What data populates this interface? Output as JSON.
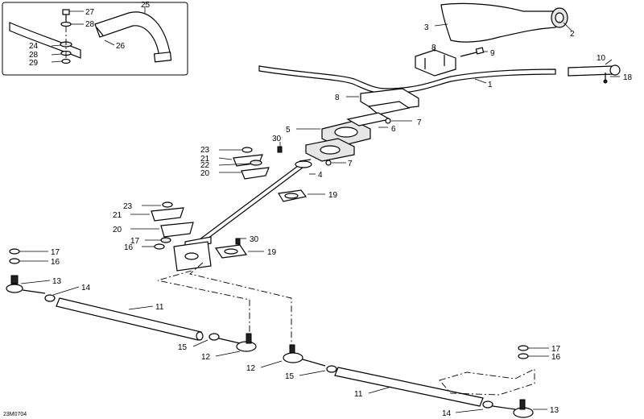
{
  "diagram_code": "23M0704",
  "callouts": {
    "c1": "1",
    "c2": "2",
    "c3": "3",
    "c4": "4",
    "c5": "5",
    "c6": "6",
    "c7a": "7",
    "c7b": "7",
    "c8a": "8",
    "c8b": "8",
    "c9": "9",
    "c10": "10",
    "c11a": "11",
    "c11b": "11",
    "c12a": "12",
    "c12b": "12",
    "c13a": "13",
    "c13b": "13",
    "c14a": "14",
    "c14b": "14",
    "c15a": "15",
    "c15b": "15",
    "c16a": "16",
    "c16b": "16",
    "c16c": "16",
    "c17a": "17",
    "c17b": "17",
    "c17c": "17",
    "c18": "18",
    "c19a": "19",
    "c19b": "19",
    "c20a": "20",
    "c20b": "20",
    "c21a": "21",
    "c21b": "21",
    "c22": "22",
    "c23a": "23",
    "c23b": "23",
    "c24": "24",
    "c25": "25",
    "c26": "26",
    "c27": "27",
    "c28a": "28",
    "c28b": "28",
    "c29": "29",
    "c30a": "30",
    "c30b": "30"
  }
}
